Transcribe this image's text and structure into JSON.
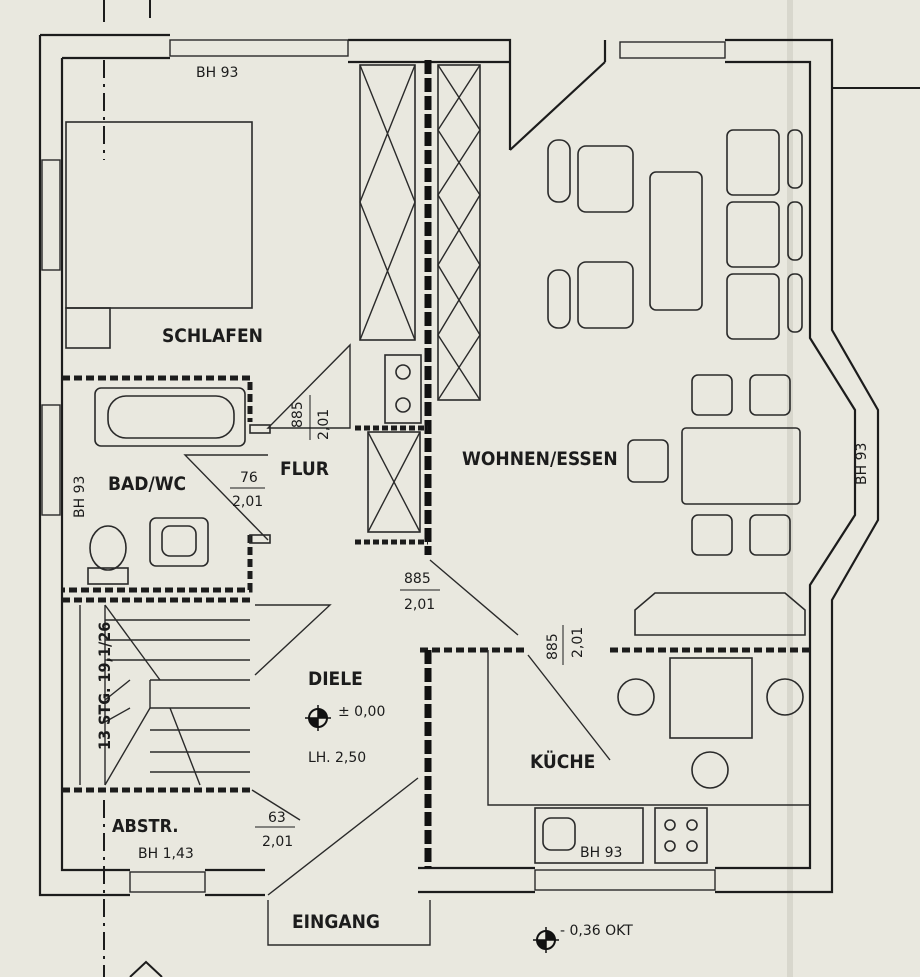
{
  "rooms": {
    "schlafen": "SCHLAFEN",
    "bad": "BAD/WC",
    "flur": "FLUR",
    "wohnen": "WOHNEN/ESSEN",
    "diele": "DIELE",
    "kueche": "KÜCHE",
    "abstr": "ABSTR.",
    "eingang": "EINGANG"
  },
  "annotations": {
    "bh_top": "BH 93",
    "bh_bad": "BH 93",
    "bh_right": "BH 93",
    "bh_kueche": "BH 93",
    "bh_abstr": "BH 1,43",
    "stairs": "13 STG. 19,1/26",
    "diele_level": "± 0,00",
    "diele_height": "LH. 2,50",
    "okt": "- 0,36 OKT"
  },
  "door_dims": {
    "flur_door_w": "885",
    "flur_door_h": "2,01",
    "bad_door_w": "76",
    "bad_door_h": "2,01",
    "wohnen_door_w": "885",
    "wohnen_door_h": "2,01",
    "kueche_door_w": "885",
    "kueche_door_h": "2,01",
    "abstr_door_w": "63",
    "abstr_door_h": "2,01"
  }
}
